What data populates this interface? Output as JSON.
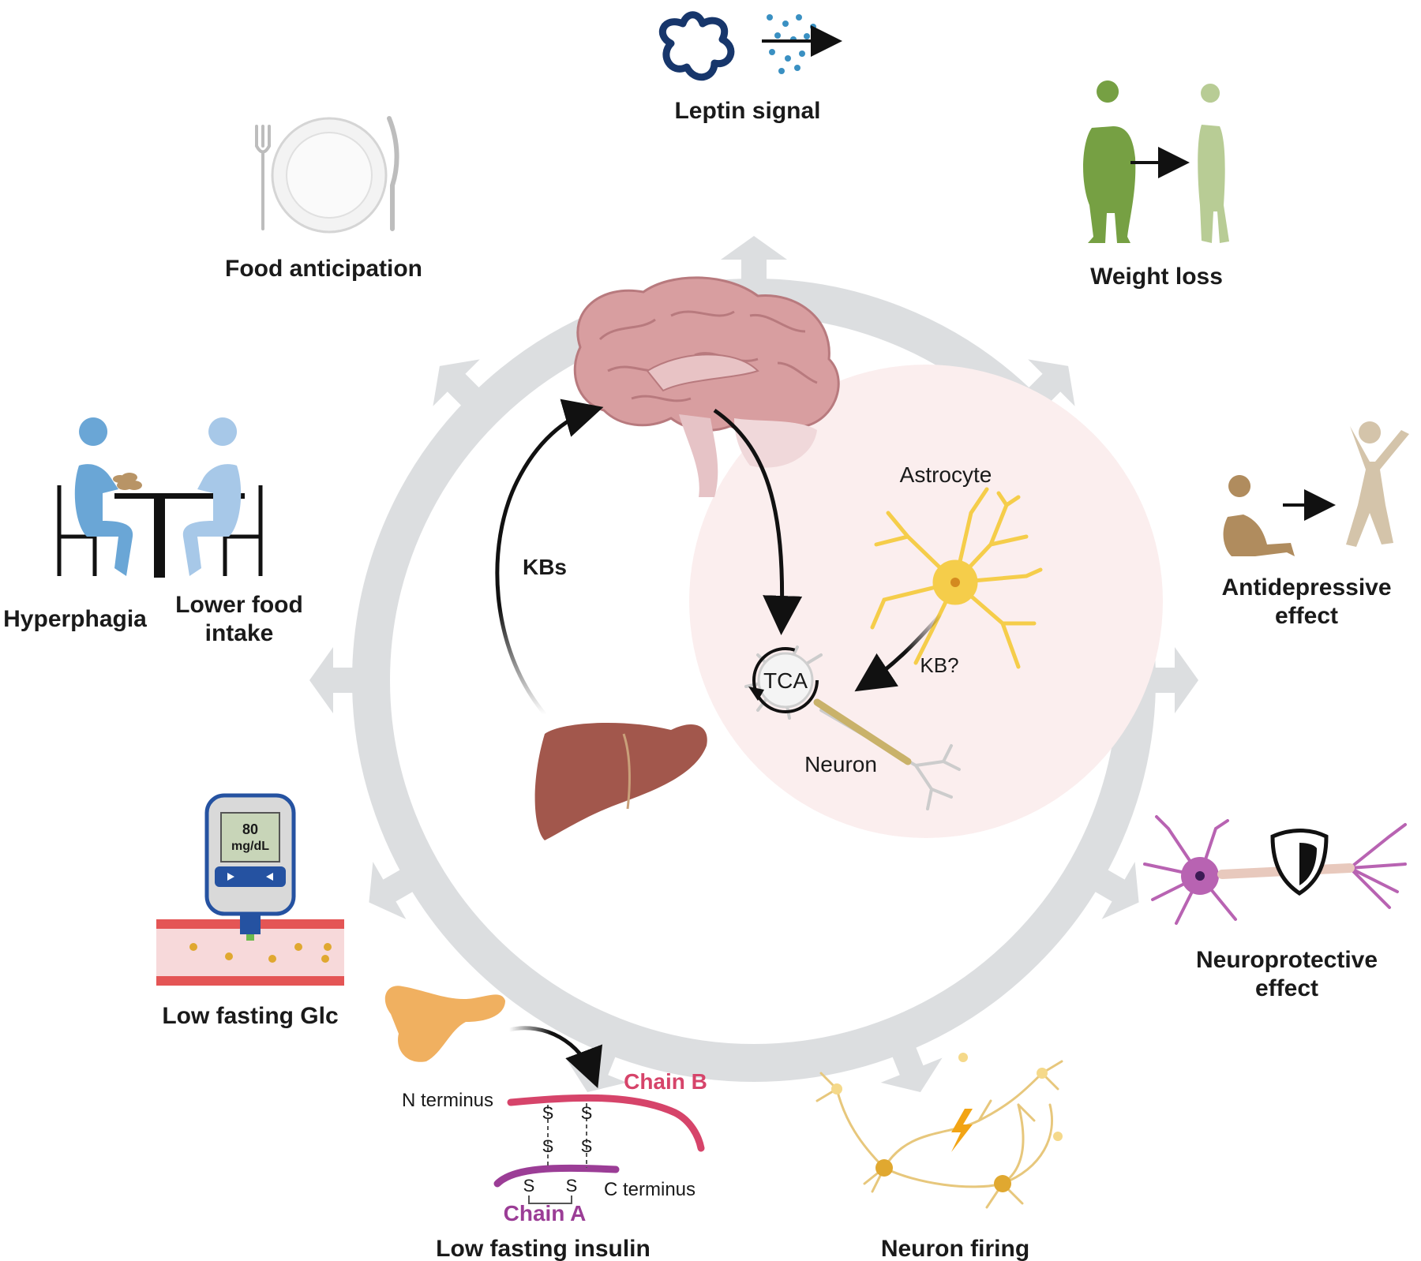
{
  "outcomes": {
    "leptin_signal": "Leptin signal",
    "weight_loss": "Weight loss",
    "food_anticipation": "Food anticipation",
    "hyperphagia": "Hyperphagia",
    "lower_food_intake_1": "Lower food",
    "lower_food_intake_2": "intake",
    "antidepressive_1": "Antidepressive",
    "antidepressive_2": "effect",
    "neuroprotective_1": "Neuroprotective",
    "neuroprotective_2": "effect",
    "low_fasting_glc": "Low fasting Glc",
    "low_fasting_insulin": "Low fasting insulin",
    "neuron_firing": "Neuron firing"
  },
  "center": {
    "kbs": "KBs",
    "astrocyte": "Astrocyte",
    "kb_question": "KB?",
    "tca": "TCA",
    "neuron": "Neuron"
  },
  "glucometer": {
    "reading_value": "80",
    "reading_unit": "mg/dL"
  },
  "insulin": {
    "chain_b": "Chain B",
    "chain_a": "Chain A",
    "n_terminus": "N terminus",
    "c_terminus": "C terminus",
    "s": "S"
  },
  "colors": {
    "ring": "#dcdee0",
    "chain_b": "#d6446a",
    "chain_a": "#9b3d96",
    "liver": "#a2574c",
    "brain": "#d89ea0",
    "astrocyte": "#f5cd4a",
    "zoom_circle": "#fbeeee"
  }
}
